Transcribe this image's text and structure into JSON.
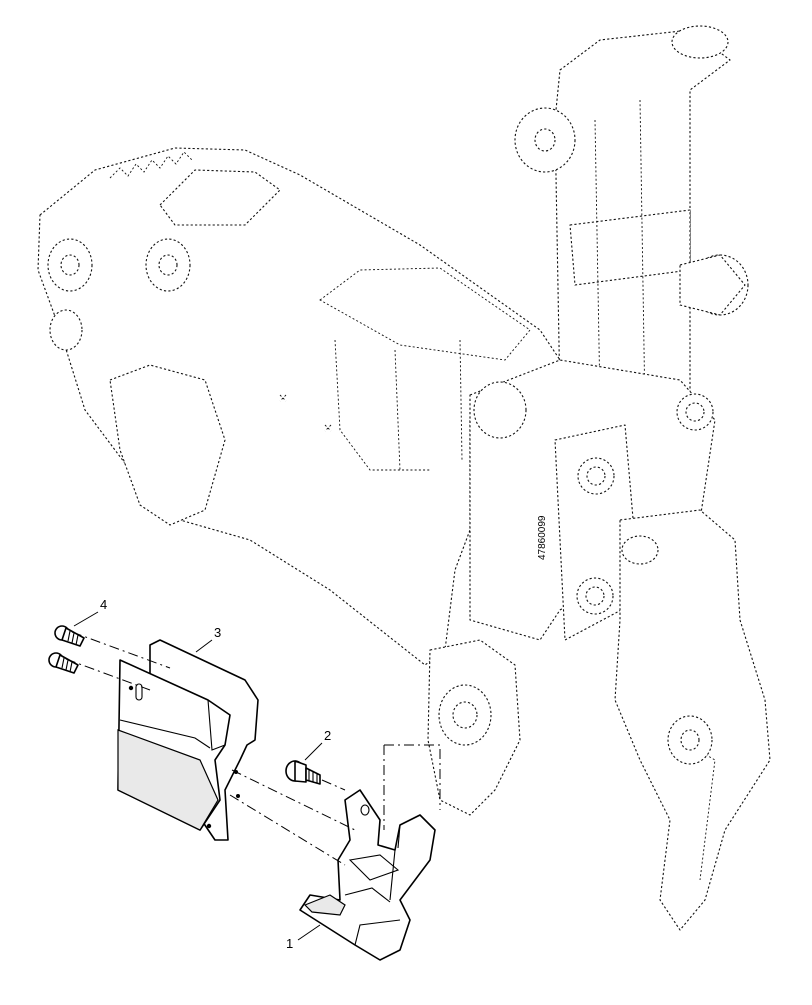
{
  "figure": {
    "document_id": "47860099",
    "callouts": [
      {
        "number": "1"
      },
      {
        "number": "2"
      },
      {
        "number": "3"
      },
      {
        "number": "4"
      }
    ]
  }
}
